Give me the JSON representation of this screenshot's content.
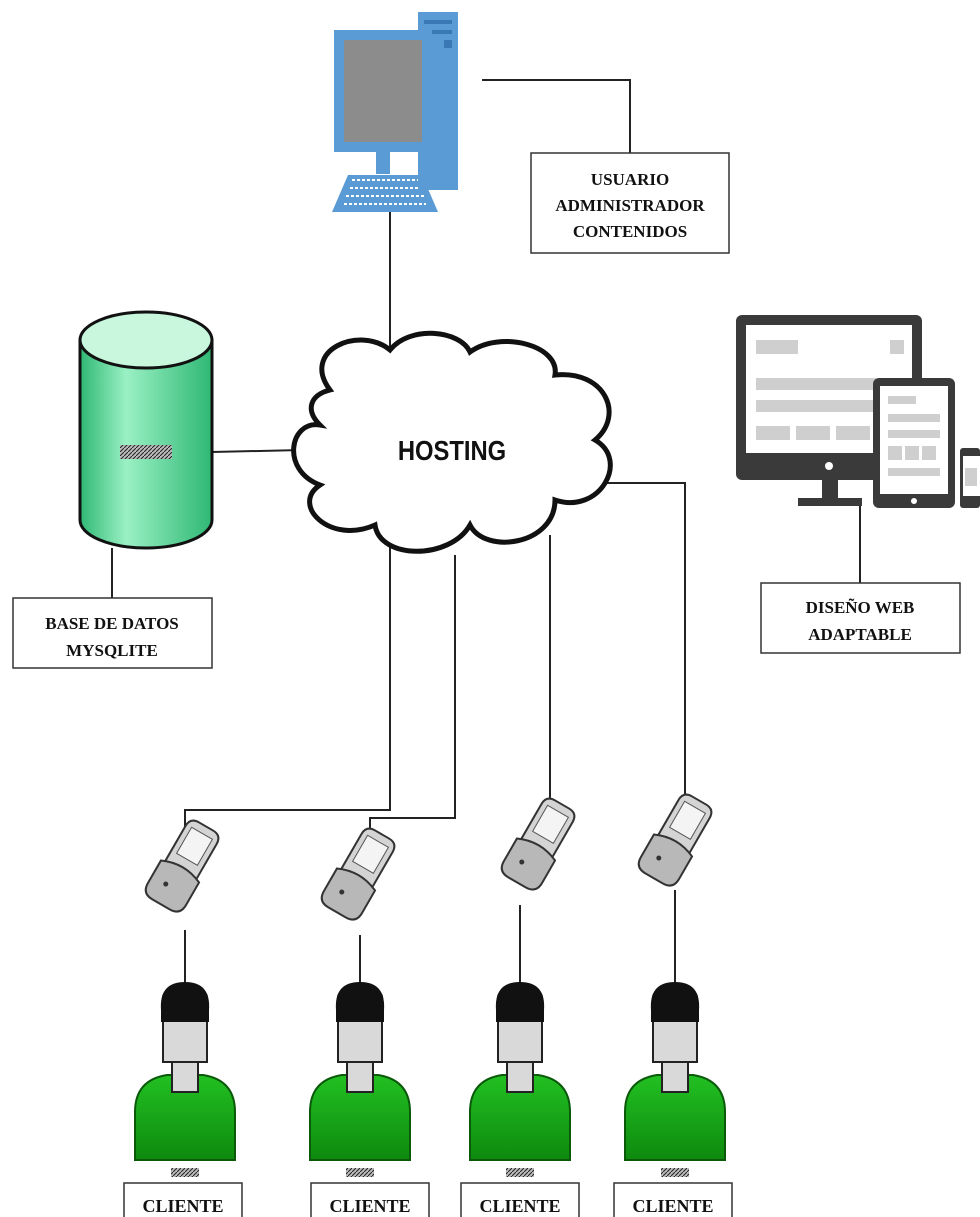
{
  "cloud": {
    "label": "HOSTING"
  },
  "admin": {
    "label_lines": [
      "USUARIO",
      "ADMINISTRADOR",
      "CONTENIDOS"
    ]
  },
  "database": {
    "label_lines": [
      "BASE DE DATOS",
      "MYSQLITE"
    ]
  },
  "responsive": {
    "label_lines": [
      "DISEÑO WEB",
      "ADAPTABLE"
    ]
  },
  "clients": [
    {
      "label": "CLIENTE"
    },
    {
      "label": "CLIENTE"
    },
    {
      "label": "CLIENTE"
    },
    {
      "label": "CLIENTE"
    }
  ],
  "colors": {
    "computer": "#5b9bd5",
    "db_green": "#7fe0b0",
    "person_green": "#1db21d",
    "device_dark": "#3a3a3a",
    "phone_gray": "#c8c8c8"
  }
}
